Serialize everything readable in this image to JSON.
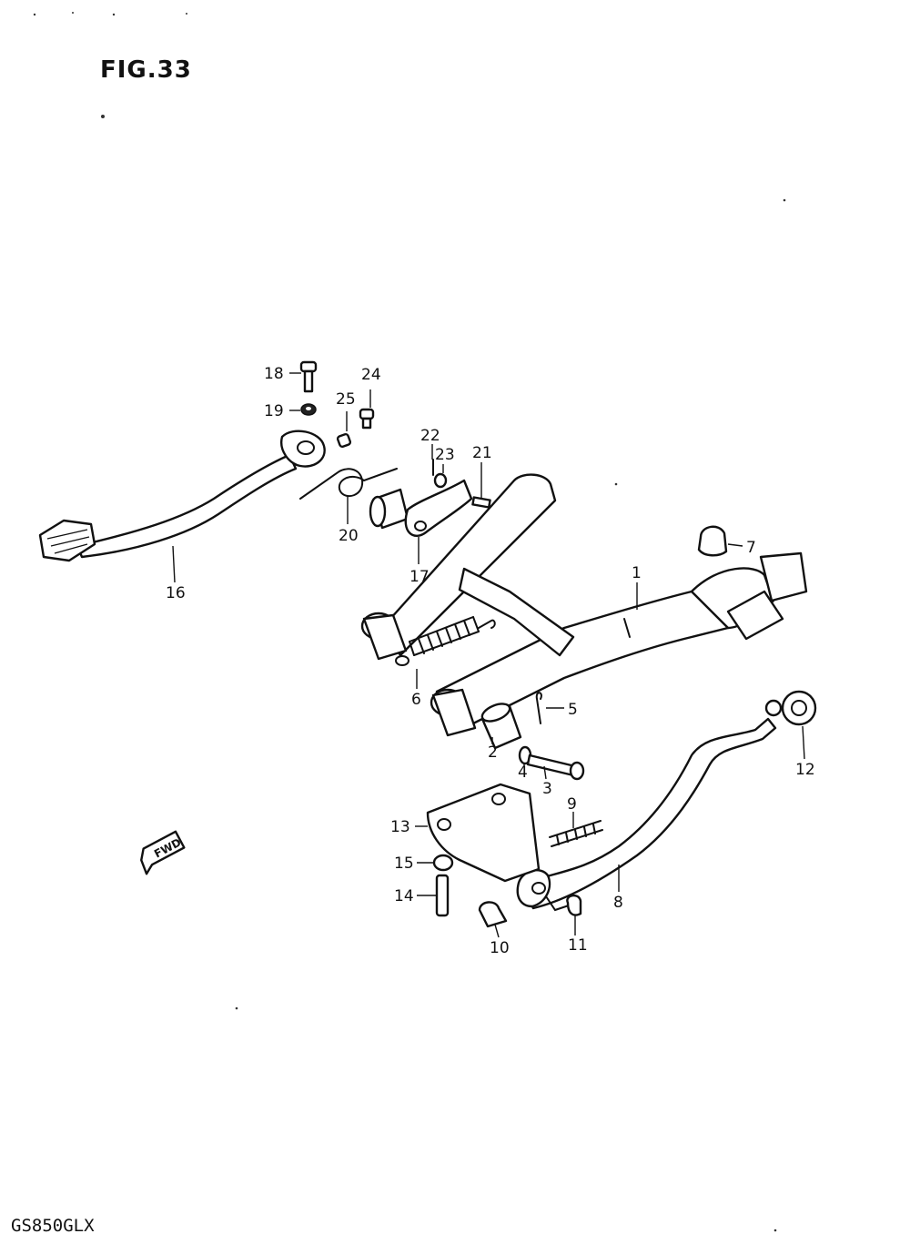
{
  "figure": {
    "title": "FIG.33",
    "model": "GS850GLX"
  },
  "direction_marker": {
    "label": "FWD",
    "icon": "fwd-arrow-icon"
  },
  "callouts": [
    {
      "id": "c1",
      "number": "1"
    },
    {
      "id": "c2",
      "number": "2"
    },
    {
      "id": "c3",
      "number": "3"
    },
    {
      "id": "c4",
      "number": "4"
    },
    {
      "id": "c5",
      "number": "5"
    },
    {
      "id": "c6",
      "number": "6"
    },
    {
      "id": "c7",
      "number": "7"
    },
    {
      "id": "c8",
      "number": "8"
    },
    {
      "id": "c9",
      "number": "9"
    },
    {
      "id": "c10",
      "number": "10"
    },
    {
      "id": "c11",
      "number": "11"
    },
    {
      "id": "c12",
      "number": "12"
    },
    {
      "id": "c13",
      "number": "13"
    },
    {
      "id": "c14",
      "number": "14"
    },
    {
      "id": "c15",
      "number": "15"
    },
    {
      "id": "c16",
      "number": "16"
    },
    {
      "id": "c17",
      "number": "17"
    },
    {
      "id": "c18",
      "number": "18"
    },
    {
      "id": "c19",
      "number": "19"
    },
    {
      "id": "c20",
      "number": "20"
    },
    {
      "id": "c21",
      "number": "21"
    },
    {
      "id": "c22",
      "number": "22"
    },
    {
      "id": "c23",
      "number": "23"
    },
    {
      "id": "c24",
      "number": "24"
    },
    {
      "id": "c25",
      "number": "25"
    }
  ]
}
